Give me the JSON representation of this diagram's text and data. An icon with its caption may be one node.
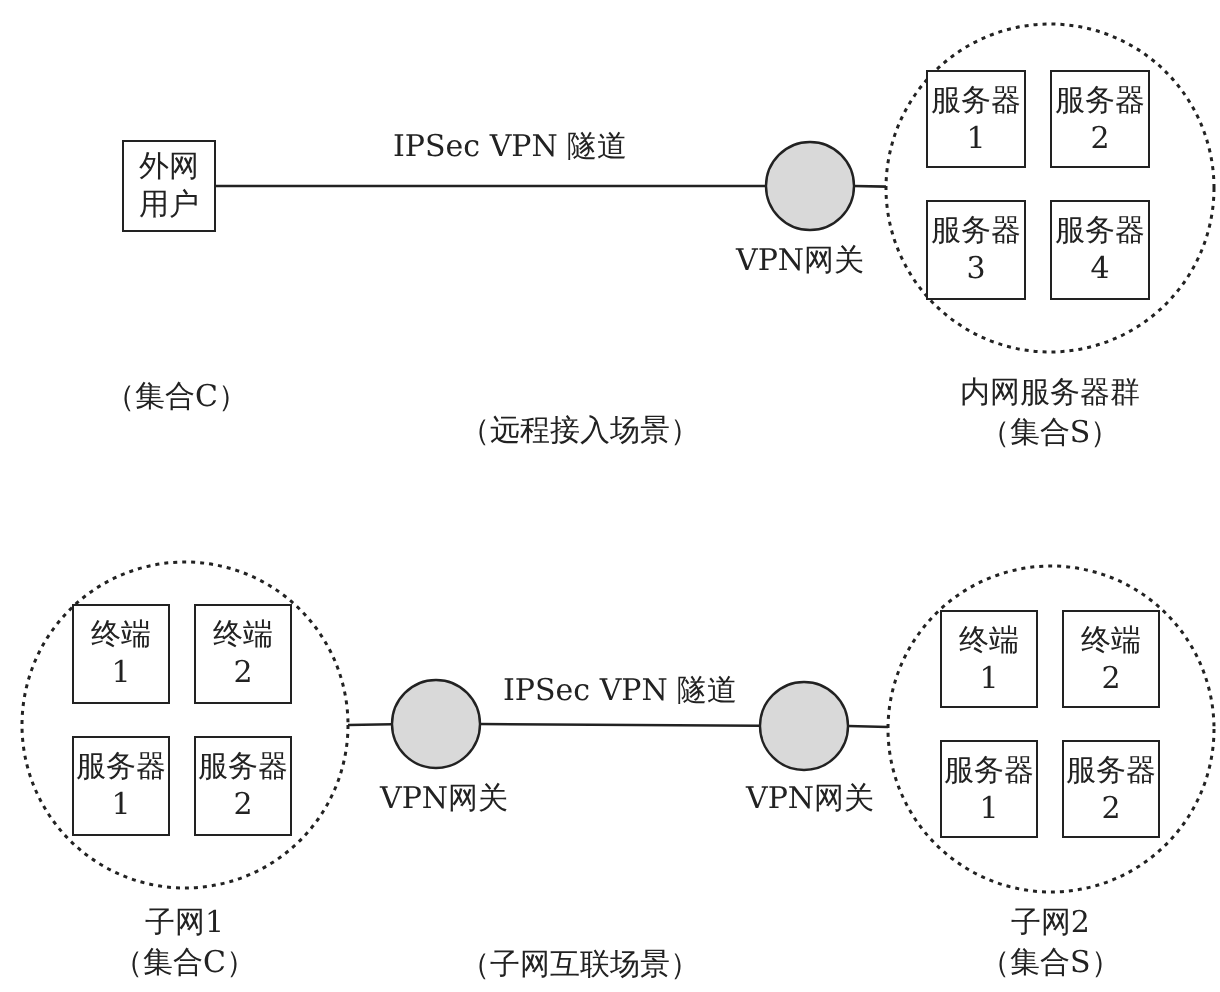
{
  "diagram": {
    "nodes": [
      {
        "text": [
          "外网用户"
        ]
      },
      {
        "text": [],
        "shape": "circle",
        "beside": [
          "VPN网关"
        ]
      },
      {
        "text": [],
        "shape": "circle",
        "beside": [
          "内网服务器群",
          "（集合S）"
        ]
      },
      {
        "text": [
          "服务器1"
        ],
        "in": 2
      },
      {
        "text": [
          "服务器2"
        ],
        "in": 2
      },
      {
        "text": [
          "服务器3"
        ],
        "in": 2
      },
      {
        "text": [
          "服务器4"
        ],
        "in": 2
      },
      {
        "text": [],
        "shape": "circle",
        "beside": [
          "子网1",
          "（集合C）"
        ]
      },
      {
        "text": [
          "终端1"
        ],
        "in": 7
      },
      {
        "text": [
          "终端2"
        ],
        "in": 7
      },
      {
        "text": [
          "服务器1"
        ],
        "in": 7
      },
      {
        "text": [
          "服务器2"
        ],
        "in": 7
      },
      {
        "text": [],
        "shape": "circle",
        "beside": [
          "VPN网关"
        ]
      },
      {
        "text": [],
        "shape": "circle",
        "beside": [
          "VPN网关"
        ]
      },
      {
        "text": [],
        "shape": "circle",
        "beside": [
          "子网2",
          "（集合S）"
        ]
      },
      {
        "text": [
          "终端1"
        ],
        "in": 14
      },
      {
        "text": [
          "终端2"
        ],
        "in": 14
      },
      {
        "text": [
          "服务器1"
        ],
        "in": 14
      },
      {
        "text": [
          "服务器2"
        ],
        "in": 14
      }
    ],
    "edges": [
      {
        "from": 0,
        "to": 1,
        "arrow": "none",
        "label": "IPSec VPN 隧道"
      },
      {
        "from": 1,
        "to": 2,
        "arrow": "none"
      },
      {
        "from": 7,
        "to": 12,
        "arrow": "none"
      },
      {
        "from": 12,
        "to": 13,
        "arrow": "none",
        "label": "IPSec VPN 隧道"
      },
      {
        "from": 13,
        "to": 14,
        "arrow": "none"
      }
    ],
    "labels": [
      "（集合C）",
      "（远程接入场景）",
      "（子网互联场景）"
    ]
  }
}
